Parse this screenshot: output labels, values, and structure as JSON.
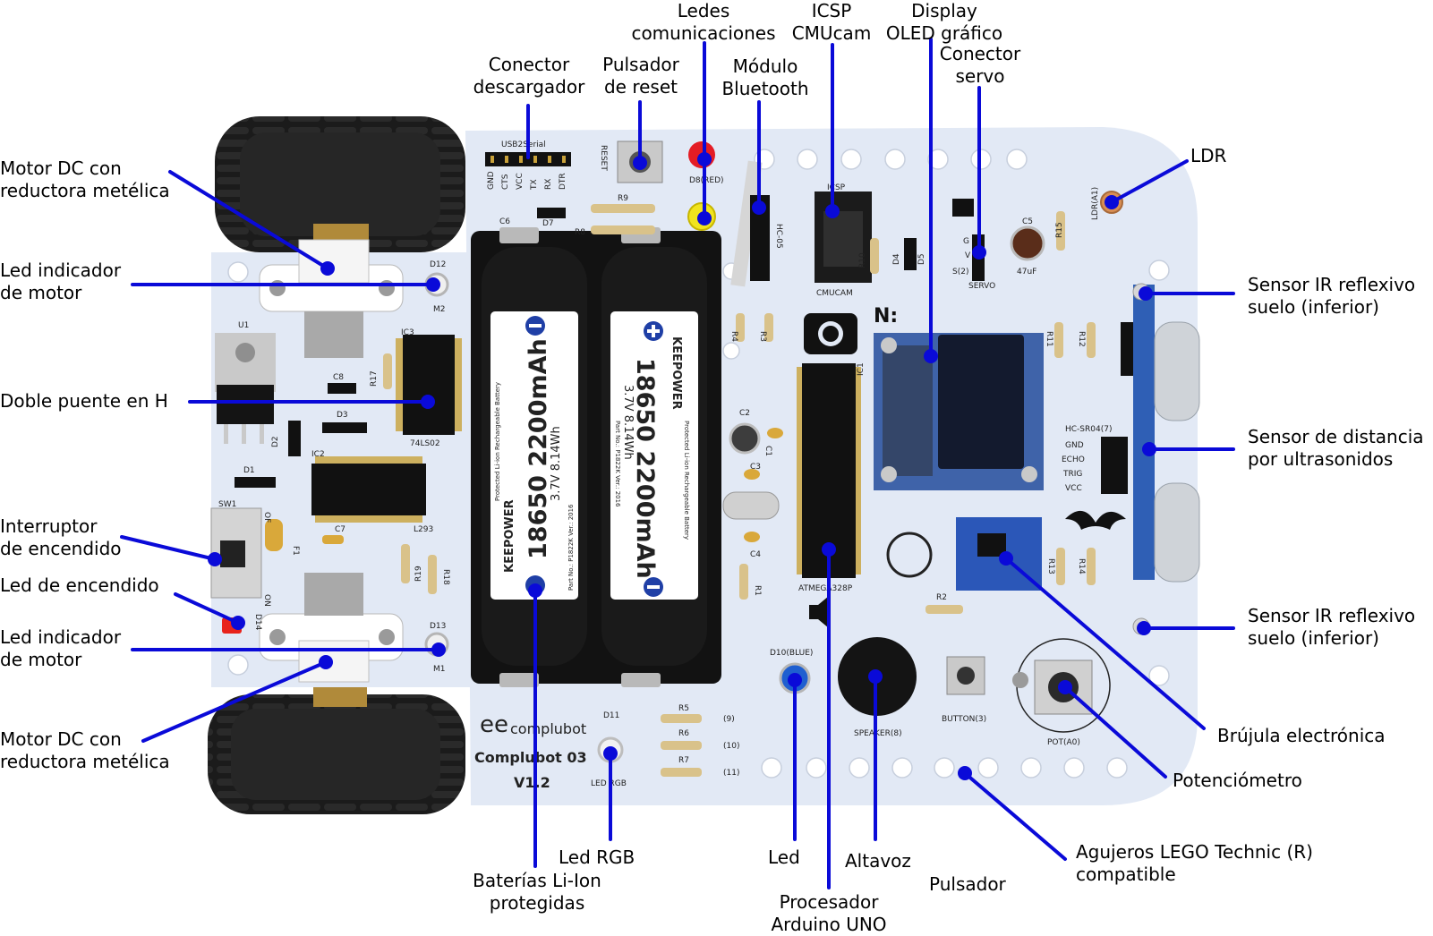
{
  "colors": {
    "callout": "#0a0ad8",
    "board": "#e2e9f5",
    "battery": "#161616",
    "wheel": "#1b1b1b"
  },
  "labels": {
    "motor_top": [
      "Motor DC con",
      "reductora metélica"
    ],
    "led_motor_top": [
      "Led indicador",
      "de motor"
    ],
    "h_bridge": [
      "Doble puente en H"
    ],
    "switch": [
      "Interruptor",
      "de encendido"
    ],
    "led_power": [
      "Led de encendido"
    ],
    "led_motor_bottom": [
      "Led indicador",
      "de motor"
    ],
    "motor_bottom": [
      "Motor DC con",
      "reductora metélica"
    ],
    "connector_dl": [
      "Conector",
      "descargador"
    ],
    "reset": [
      "Pulsador",
      "de reset"
    ],
    "comm_leds": [
      "Ledes",
      "comunicaciones"
    ],
    "bluetooth": [
      "Módulo",
      "Bluetooth"
    ],
    "icsp": [
      "ICSP",
      "CMUcam"
    ],
    "oled": [
      "Display",
      "OLED gráfico"
    ],
    "servo": [
      "Conector",
      "servo"
    ],
    "ldr": [
      "LDR"
    ],
    "ir_top": [
      "Sensor IR reflexivo",
      "suelo (inferior)"
    ],
    "ultrasonic": [
      "Sensor de distancia",
      "por ultrasonidos"
    ],
    "ir_bottom": [
      "Sensor IR reflexivo",
      "suelo (inferior)"
    ],
    "compass": [
      "Brújula electrónica"
    ],
    "pot": [
      "Potenciómetro"
    ],
    "lego": [
      "Agujeros LEGO Technic (R)",
      "compatible"
    ],
    "batteries": [
      "Baterías Li-Ion",
      "protegidas"
    ],
    "rgb": [
      "Led RGB"
    ],
    "led": [
      "Led"
    ],
    "buzzer": [
      "Altavoz"
    ],
    "button": [
      "Pulsador"
    ],
    "cpu": [
      "Procesador",
      "Arduino UNO"
    ]
  },
  "board": {
    "usb_header": "USB2Serial",
    "header_pins": [
      "GND",
      "CTS",
      "VCC",
      "TX",
      "RX",
      "DTR"
    ],
    "reset": "RESET",
    "d8": "D8(RED)",
    "r9": "R9",
    "r8": "R8",
    "c6": "C6",
    "d7": "D7",
    "hc05": "HC-05",
    "icsp": "ICSP",
    "cmucam": "CMUCAM",
    "servo_pins": [
      "G",
      "V",
      "S(2)"
    ],
    "servo": "SERVO",
    "c5": "C5",
    "c5_val": "47uF",
    "r15": "R15",
    "ldr": "LDR(A1)",
    "d12": "D12",
    "m2": "M2",
    "u1": "U1",
    "ic3": "IC3",
    "c8": "C8",
    "r17": "R17",
    "chip_74": "74LS02",
    "d3": "D3",
    "d2": "D2",
    "ic2": "IC2",
    "d1": "D1",
    "l293": "L293",
    "sw1": "SW1",
    "of": "OF",
    "on": "ON",
    "f1": "F1",
    "c7": "C7",
    "r19": "R19",
    "r18": "R18",
    "d14": "D14",
    "d13": "D13",
    "m1": "M1",
    "r4": "R4",
    "r3": "R3",
    "r10": "R10",
    "d4": "D4",
    "d5": "D5",
    "n": "N:",
    "ic1": "IC1",
    "atmega": "ATMEGA328P",
    "c2": "C2",
    "c3": "C3",
    "c4": "C4",
    "c1": "C1",
    "r1": "R1",
    "r2": "R2",
    "r11": "R11",
    "r12": "R12",
    "r13": "R13",
    "r14": "R14",
    "hcsr": "HC-SR04(7)",
    "us_pins": [
      "GND",
      "ECHO",
      "TRIG",
      "VCC"
    ],
    "d10": "D10(BLUE)",
    "speaker": "SPEAKER(8)",
    "button3": "BUTTON(3)",
    "pot": "POT(A0)",
    "d11": "D11",
    "ledrgb": "LED RGB",
    "r5": "R5",
    "r6": "R6",
    "r7": "R7",
    "r5p": "(9)",
    "r6p": "(10)",
    "r7p": "(11)",
    "brand": "complubot",
    "model": "Complubot 03",
    "version": "V1.2"
  },
  "battery": {
    "brand": "KEEPOWER",
    "model": "18650 2200mAh",
    "spec": "3.7V 8.14Wh",
    "desc": "Protected Li-ion Rechargeable Battery",
    "part": "Part No.: P1822K Ver.: 2016"
  }
}
